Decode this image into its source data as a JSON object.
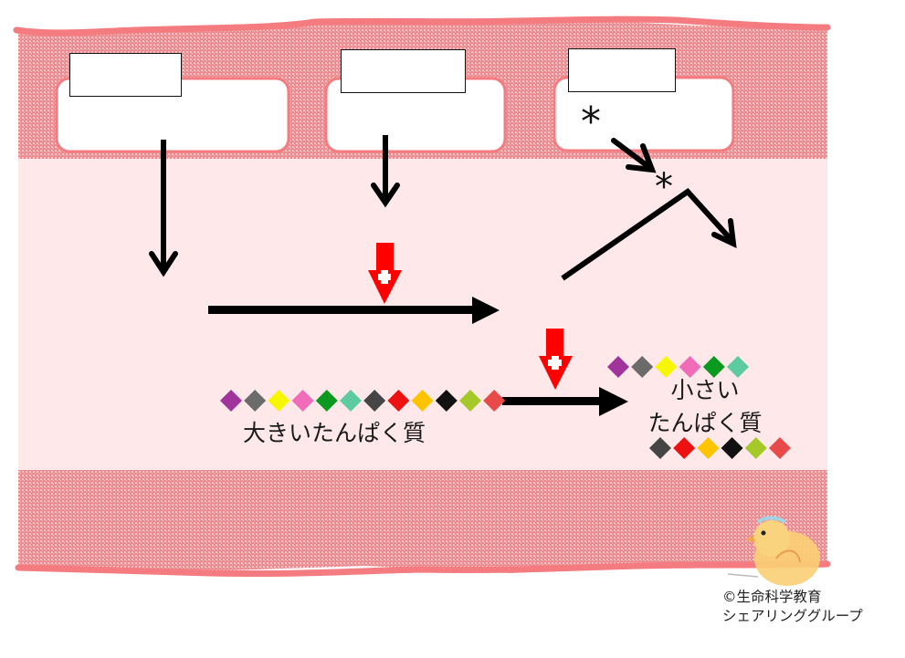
{
  "diagram": {
    "title_boxes": [
      {
        "label": "",
        "description": "blank label box (left cell)"
      },
      {
        "label": "",
        "description": "blank label box (middle cell)"
      },
      {
        "label": "",
        "description": "blank label box (right cell)"
      }
    ],
    "asterisks": [
      "*",
      "*"
    ],
    "large_protein": {
      "label": "大きいたんぱく質",
      "beads": [
        "#a0349a",
        "#6b6b6b",
        "#f7f700",
        "#f06cb8",
        "#0a9a1f",
        "#5ccba0",
        "#454545",
        "#ee1111",
        "#ffc400",
        "#111111",
        "#a6c92a",
        "#e84a4a"
      ]
    },
    "small_protein": {
      "label_line1": "小さい",
      "label_line2": "たんぱく質",
      "beads_top": [
        "#a0349a",
        "#6b6b6b",
        "#f7f700",
        "#f06cb8",
        "#0a9a1f",
        "#5ccba0"
      ],
      "beads_bottom": [
        "#454545",
        "#ee1111",
        "#ffc400",
        "#111111",
        "#a6c92a",
        "#e84a4a"
      ]
    },
    "enzyme_markers": [
      {
        "symbol": "+",
        "color": "#ff0000"
      },
      {
        "symbol": "+",
        "color": "#ff0000"
      }
    ],
    "colors": {
      "membrane_border": "#f47c80",
      "membrane_fill": "#ee8f92",
      "membrane_dots": "#fbc6c8",
      "lumen": "#ffe8e9",
      "arrow": "#000000",
      "enzyme": "#ff0000"
    }
  },
  "credit": {
    "line1": "©生命科学教育",
    "line2": "シェアリンググループ"
  },
  "mascot": {
    "name": "chick-mascot"
  }
}
